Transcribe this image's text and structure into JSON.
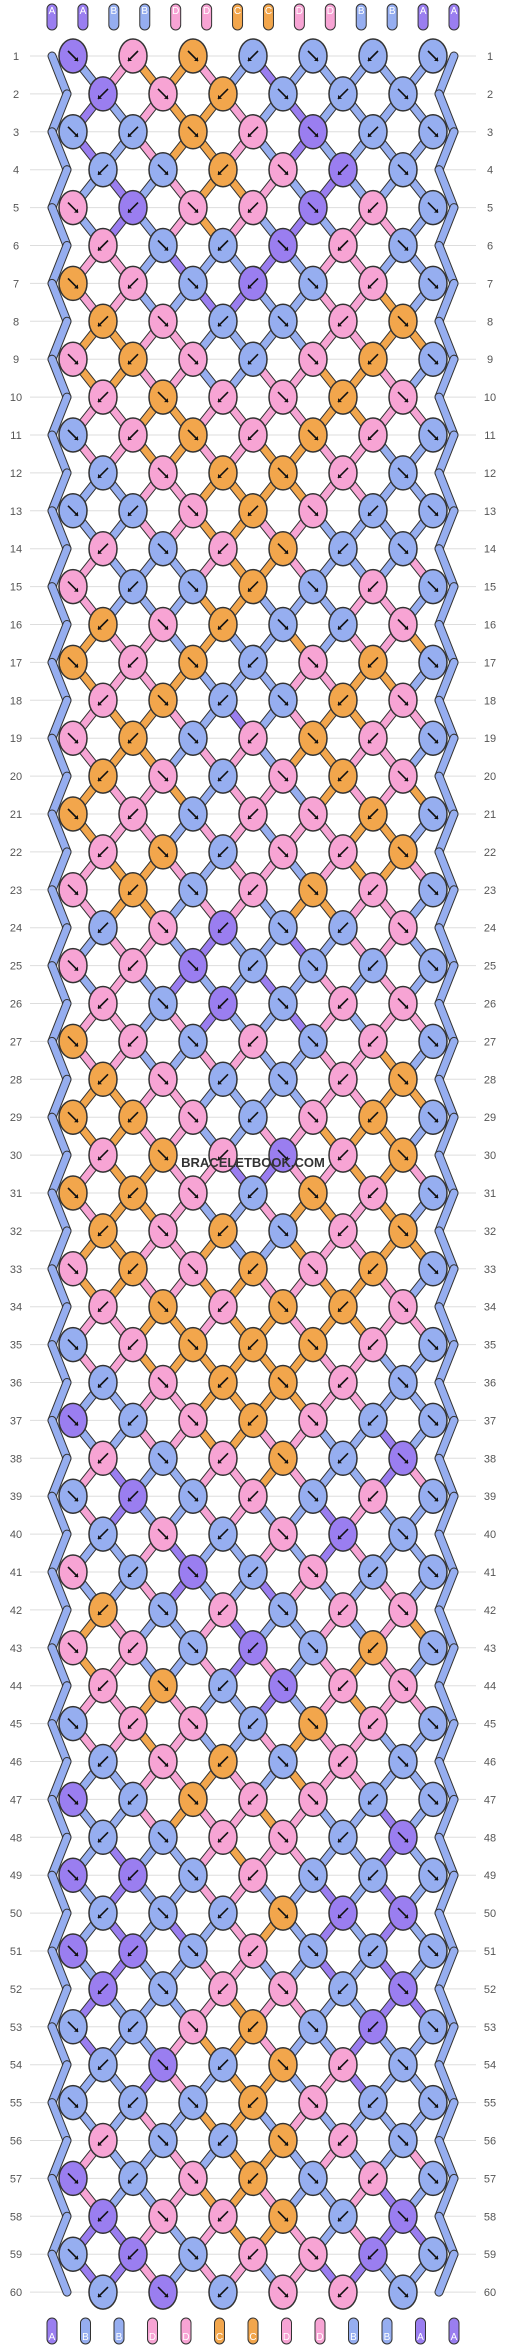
{
  "watermark": "BRACELETBOOK.COM",
  "strand_letters": [
    "A",
    "A",
    "B",
    "B",
    "D",
    "D",
    "C",
    "C",
    "D",
    "D",
    "B",
    "B",
    "A",
    "A"
  ],
  "colors": {
    "A": "#9a7ef0",
    "B": "#96aef0",
    "C": "#f2a64c",
    "D": "#f7a4d4",
    "outline": "#333333",
    "row_line": "#dddddd"
  },
  "row_count": 60,
  "knot_grid": [
    "AB.DC.CD.BA",
    "A.BD.CC.DB.A",
    "BA.BD.CC.DB.AB",
    "B.AB.DC.CD.BA.B",
    "DBA.BD.CD.BA.BD",
    "D.DB.AB.BA.BD.D",
    "CD.DB.BA.AB.BD.DC",
    "C.CD.DB.BB.BD.DC.C",
    "DC.CD.DB.BD.DC.CD",
    "D.DC.CD.DD.DC.CD.D",
    "BD.DC.CD.DC.CD.DB",
    "B.BD.DC.CC.CD.DB.B",
    "BB.BD.DC.CD.DB.BB",
    "D.BB.BD.CC.DB.BB.D",
    "DD.BB.BC.CB.BB.DD",
    "C.DD.BC.BB.CB.DD.C",
    "CC.DD.CB.BB.DD.CC",
    "D.CC.DB.AB.DC.CD.D",
    "DD.CC.BD.DB.CC.DD",
    "C.DD.CB.DD.BC.DD.C",
    "CC.DD.BD.DB.DD.CC",
    "D.CC.DB.DD.BD.CC.D",
    "DD.CC.BD.DB.CC.DD",
    "B.DD.BA.BB.AB.DD.B",
    "DB.DB.AB.BA.BD.BD",
    "D.DB.DA.BB.AD.BD.D",
    "CD.DB.BD.DB.BD.DC",
    "C.CD.DB.BB.BD.DC.C",
    "CC.CD.DB.BD.DC.CC",
    "D.CC.DD.AA.DD.CC.D",
    "CD.CC.DB.BD.CC.DC",
    "C.CD.DC.BB.CD.DC.C",
    "DC.CD.DC.CD.DC.CD",
    "D.DC.CD.CC.DC.CD.D",
    "BD.DC.CC.CC.CD.DB",
    "B.BD.DC.CC.CD.DB.B",
    "AB.BD.DC.CD.DB.BA",
    "D.AB.BD.DC.DB.BA.D",
    "BD.AB.BD.DB.BA.DB",
    "B.BD.AB.BD.BA.DB.B",
    "DB.BD.AB.BA.DB.BD",
    "C.DB.BD.AB.BD.BD.C",
    "DC.DB.BD.AD.BD.CD",
    "D.DC.DB.BA.BD.CD.D",
    "BD.DC.DB.BD.CD.DB",
    "B.BD.DC.DB.CD.DB.B",
    "AB.BD.CD.DC.DB.BA",
    "B.AB.BD.CD.DB.BA.B",
    "AB.AB.BD.DB.BA.BA",
    "B.AB.AB.DC.BA.BA.B",
    "AB.AB.BD.DB.BA.BA",
    "A.BB.BD.CD.DB.BA.A",
    "BA.BB.DC.CD.BB.AB",
    "B.BA.DB.CC.BD.AB.B",
    "BB.BD.BC.CB.DB.BB",
    "D.BB.DB.CC.BD.BB.D",
    "AD.BB.DC.CD.BB.DA",
    "A.AD.BD.CC.DB.DA.A",
    "BA.AD.BD.DB.DA.AB",
    "B.BA.DB.CD.BD.AB.B"
  ],
  "bottom_letters": [
    "A",
    "B",
    "B",
    "D",
    "D",
    "C",
    "C",
    "D",
    "D",
    "B",
    "B",
    "A",
    "A"
  ]
}
